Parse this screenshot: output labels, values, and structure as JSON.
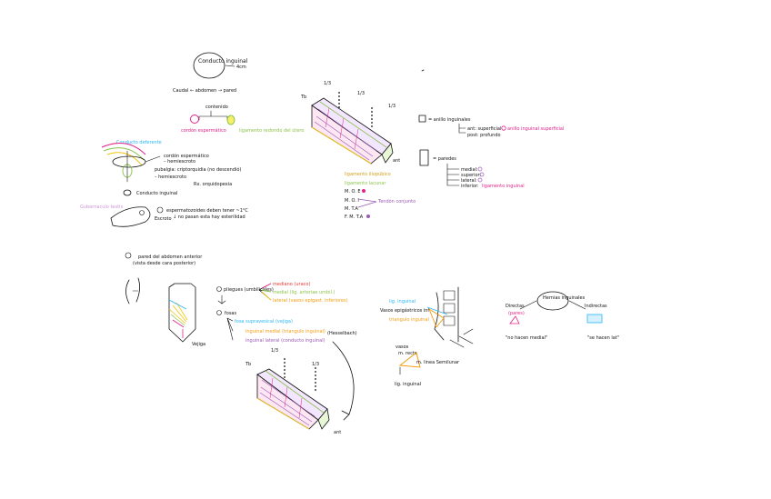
{
  "notes": {
    "circle_title": "Conducto inguinal",
    "circle_out": "4cm",
    "caudal_line": "Caudal  ←  abdomen  →  pared",
    "contenido": "contenido",
    "male_content": "cordón espermático",
    "female_content": "ligamento redondo del útero",
    "top_fraction_a": "1/3",
    "top_fraction_b": "1/3",
    "top_fraction_c": "1/3",
    "top_ant": "ant",
    "top_post_left": "Tb",
    "lig_iliopubico": "ligamento iliopúbico",
    "lig_lacunar": "ligamento lacunar",
    "m_oe": "M. O. E",
    "m_oi": "M. O. I",
    "m_ta": "M. T.A",
    "f_mta": "F. M. T.A",
    "tendon_conjunto": "Tendón conjunto",
    "anillo_label": "= anillo inguinales",
    "anillo_ant": "ant: superficial",
    "anillo_post": "post: profundo",
    "anillo_note": "anillo inguinal superficial",
    "paredes_label": "= paredes",
    "pared_medial": "medial:",
    "pared_superior": "superior:",
    "pared_lateral": "lateral:",
    "pared_inferior": "inferior:",
    "pared_inferior_val": "ligamento inguinal",
    "conducto_label": "Conducto deferente",
    "testis_1": "cordón espermático",
    "testis_2": "– hemiescroto",
    "pubalgia": "pubalgia: criptorquidia (no descendió)",
    "orquidopexia": "Rx. orquidopexia",
    "conducto_inguinal_small": "Conducto inguinal",
    "espermato": "espermatozoides deben tener ~1°C",
    "espermato2": "↓ no pasan esta hay esterilidad",
    "gubernaculo": "Gubernaculo testis",
    "escroto": "Escroto",
    "pared_abdomen": "pared del abdomen anterior",
    "pared_abdomen2": "(vista desde cara posterior)",
    "vejiga": "Vejiga",
    "pliegues": "pliegues (umbilicales)",
    "mediano": "mediano (uraco)",
    "medial": "medial (lig. arteriae umbil.)",
    "lateral": "lateral (vasos epigast. inferiores)",
    "fosas": "fosas",
    "fosa_supravesical": "fosa supravesical (vejiga)",
    "ing_medial": "inguinal medial (triangulo inguinal)",
    "ing_lateral": "inguinal lateral (conducto inguinal)",
    "hesselbach": "(Hesselbach)",
    "bottom_fraction_a": "1/3",
    "bottom_fraction_b": "1/3",
    "bottom_tb": "Tb",
    "bottom_ant": "ant",
    "lig_ing": "lig. inguinal",
    "vasos_epig": "Vasos epigástricos inf",
    "triangulo_ing": "triangulo inguinal",
    "vasos_small": "vasos",
    "m_recto": "m. recto",
    "linea_semilunar": "m. linea Semilunar",
    "lig_ing_bottom": "lig. inguinal",
    "hernias": "Hernias inguinales",
    "directas": "Directas",
    "indirectas": "Indirectas",
    "pares": "(pares)",
    "directa_note": "\"no hacen medial\"",
    "indirecta_note": "\"se hacen lat\""
  },
  "colors": {
    "magenta": "#e0228a",
    "green": "#8bc34a",
    "orange": "#f39c12",
    "purple": "#9b59b6",
    "cyan": "#29b6f6",
    "yellow": "#f1c40f",
    "pink": "#f48fb1"
  }
}
